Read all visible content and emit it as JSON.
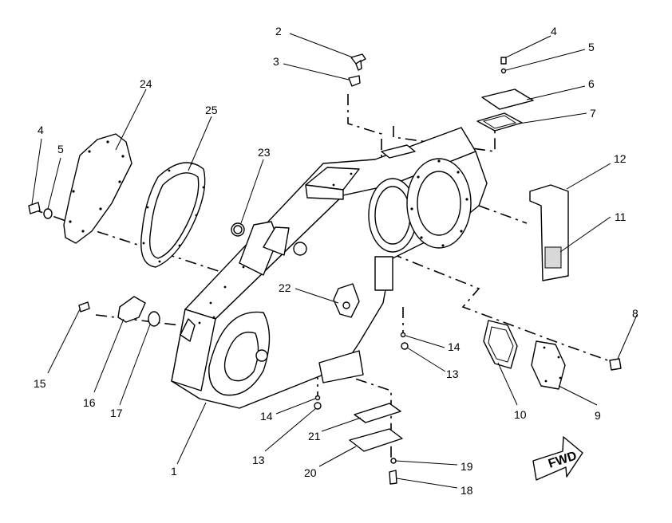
{
  "diagram": {
    "callouts": [
      {
        "id": "c1",
        "text": "1"
      },
      {
        "id": "c2",
        "text": "2"
      },
      {
        "id": "c3",
        "text": "3"
      },
      {
        "id": "c4a",
        "text": "4"
      },
      {
        "id": "c4b",
        "text": "4"
      },
      {
        "id": "c5a",
        "text": "5"
      },
      {
        "id": "c5b",
        "text": "5"
      },
      {
        "id": "c6",
        "text": "6"
      },
      {
        "id": "c7",
        "text": "7"
      },
      {
        "id": "c8",
        "text": "8"
      },
      {
        "id": "c9",
        "text": "9"
      },
      {
        "id": "c10",
        "text": "10"
      },
      {
        "id": "c11",
        "text": "11"
      },
      {
        "id": "c12",
        "text": "12"
      },
      {
        "id": "c13a",
        "text": "13"
      },
      {
        "id": "c13b",
        "text": "13"
      },
      {
        "id": "c14a",
        "text": "14"
      },
      {
        "id": "c14b",
        "text": "14"
      },
      {
        "id": "c15",
        "text": "15"
      },
      {
        "id": "c16",
        "text": "16"
      },
      {
        "id": "c17",
        "text": "17"
      },
      {
        "id": "c18",
        "text": "18"
      },
      {
        "id": "c19",
        "text": "19"
      },
      {
        "id": "c20",
        "text": "20"
      },
      {
        "id": "c21",
        "text": "21"
      },
      {
        "id": "c22",
        "text": "22"
      },
      {
        "id": "c23",
        "text": "23"
      },
      {
        "id": "c24",
        "text": "24"
      },
      {
        "id": "c25",
        "text": "25"
      }
    ],
    "direction_arrow": {
      "label": "FWD"
    }
  }
}
